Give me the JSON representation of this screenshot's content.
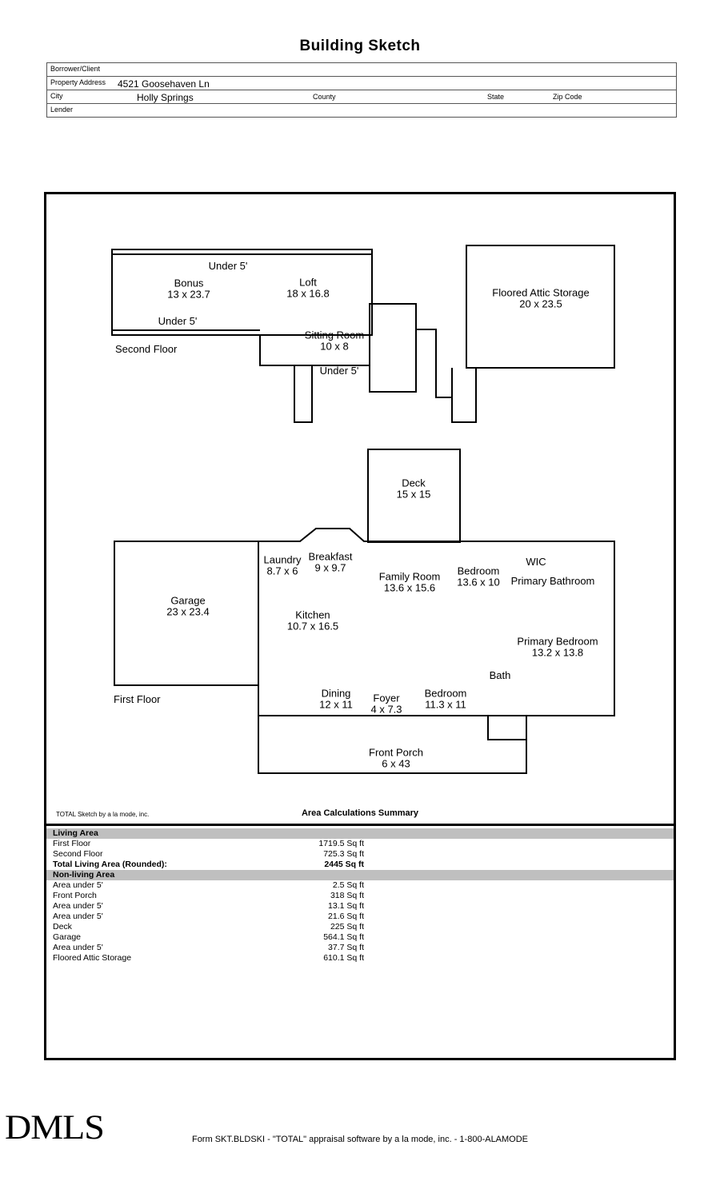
{
  "title": "Building Sketch",
  "form": {
    "borrower_label": "Borrower/Client",
    "property_address_label": "Property Address",
    "property_address_value": "4521 Goosehaven Ln",
    "city_label": "City",
    "city_value": "Holly Springs",
    "county_label": "County",
    "state_label": "State",
    "zip_label": "Zip Code",
    "lender_label": "Lender"
  },
  "sketch": {
    "floor_labels": {
      "second": "Second Floor",
      "first": "First Floor"
    },
    "rooms": [
      {
        "name": "Under 5'",
        "dims": ""
      },
      {
        "name": "Bonus",
        "dims": "13 x 23.7"
      },
      {
        "name": "Loft",
        "dims": "18 x 16.8"
      },
      {
        "name": "Under 5'",
        "dims": ""
      },
      {
        "name": "Sitting Room",
        "dims": "10 x 8"
      },
      {
        "name": "Under 5'",
        "dims": ""
      },
      {
        "name": "Floored Attic Storage",
        "dims": "20 x 23.5"
      },
      {
        "name": "Deck",
        "dims": "15 x 15"
      },
      {
        "name": "Laundry",
        "dims": "8.7 x 6"
      },
      {
        "name": "Breakfast",
        "dims": "9 x 9.7"
      },
      {
        "name": "Family Room",
        "dims": "13.6 x 15.6"
      },
      {
        "name": "Bedroom",
        "dims": "13.6 x 10"
      },
      {
        "name": "WIC",
        "dims": ""
      },
      {
        "name": "Primary Bathroom",
        "dims": ""
      },
      {
        "name": "Garage",
        "dims": "23 x 23.4"
      },
      {
        "name": "Kitchen",
        "dims": "10.7 x 16.5"
      },
      {
        "name": "Primary Bedroom",
        "dims": "13.2 x 13.8"
      },
      {
        "name": "Bath",
        "dims": ""
      },
      {
        "name": "Dining",
        "dims": "12 x 11"
      },
      {
        "name": "Foyer",
        "dims": "4 x 7.3"
      },
      {
        "name": "Bedroom",
        "dims": "11.3 x 11"
      },
      {
        "name": "Front Porch",
        "dims": "6 x 43"
      }
    ]
  },
  "area_summary": {
    "attribution": "TOTAL Sketch by a la mode, inc.",
    "title": "Area Calculations Summary",
    "living_header": "Living Area",
    "living_rows": [
      {
        "name": "First Floor",
        "value": "1719.5 Sq ft"
      },
      {
        "name": "Second Floor",
        "value": "725.3 Sq ft"
      }
    ],
    "living_total": {
      "name": "Total Living Area (Rounded):",
      "value": "2445 Sq ft"
    },
    "nonliving_header": "Non-living Area",
    "nonliving_rows": [
      {
        "name": "Area under 5'",
        "value": "2.5 Sq ft"
      },
      {
        "name": "Front Porch",
        "value": "318 Sq ft"
      },
      {
        "name": "Area under 5'",
        "value": "13.1 Sq ft"
      },
      {
        "name": "Area under 5'",
        "value": "21.6 Sq ft"
      },
      {
        "name": "Deck",
        "value": "225 Sq ft"
      },
      {
        "name": "Garage",
        "value": "564.1 Sq ft"
      },
      {
        "name": "Area under 5'",
        "value": "37.7 Sq ft"
      },
      {
        "name": "Floored Attic Storage",
        "value": "610.1 Sq ft"
      }
    ]
  },
  "footer": {
    "logo": "DMLS",
    "text": "Form SKT.BLDSKI - \"TOTAL\" appraisal software by a la mode, inc. - 1-800-ALAMODE"
  }
}
